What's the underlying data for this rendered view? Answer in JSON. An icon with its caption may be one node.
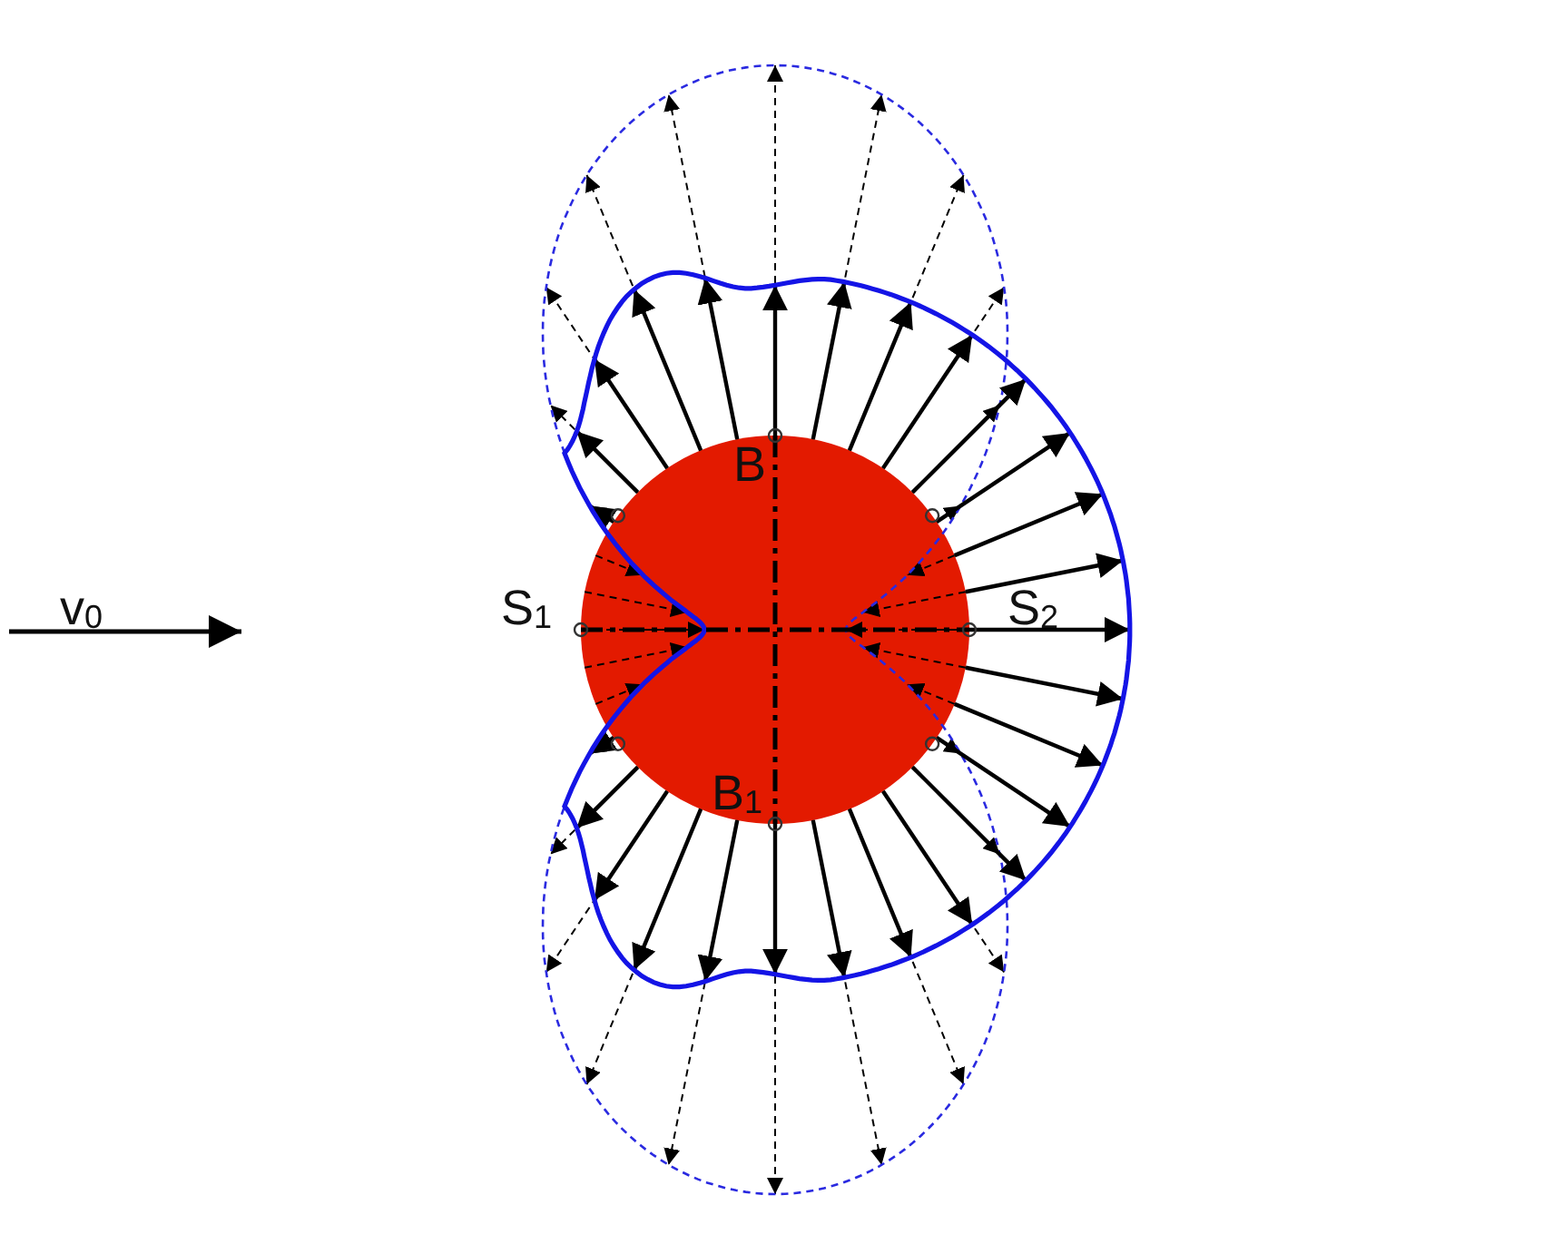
{
  "diagram": {
    "labels": [
      "v$_{0}$",
      "S$_{1}$",
      "S$_{2}$",
      "B",
      "B$_{1}$"
    ]
  }
}
